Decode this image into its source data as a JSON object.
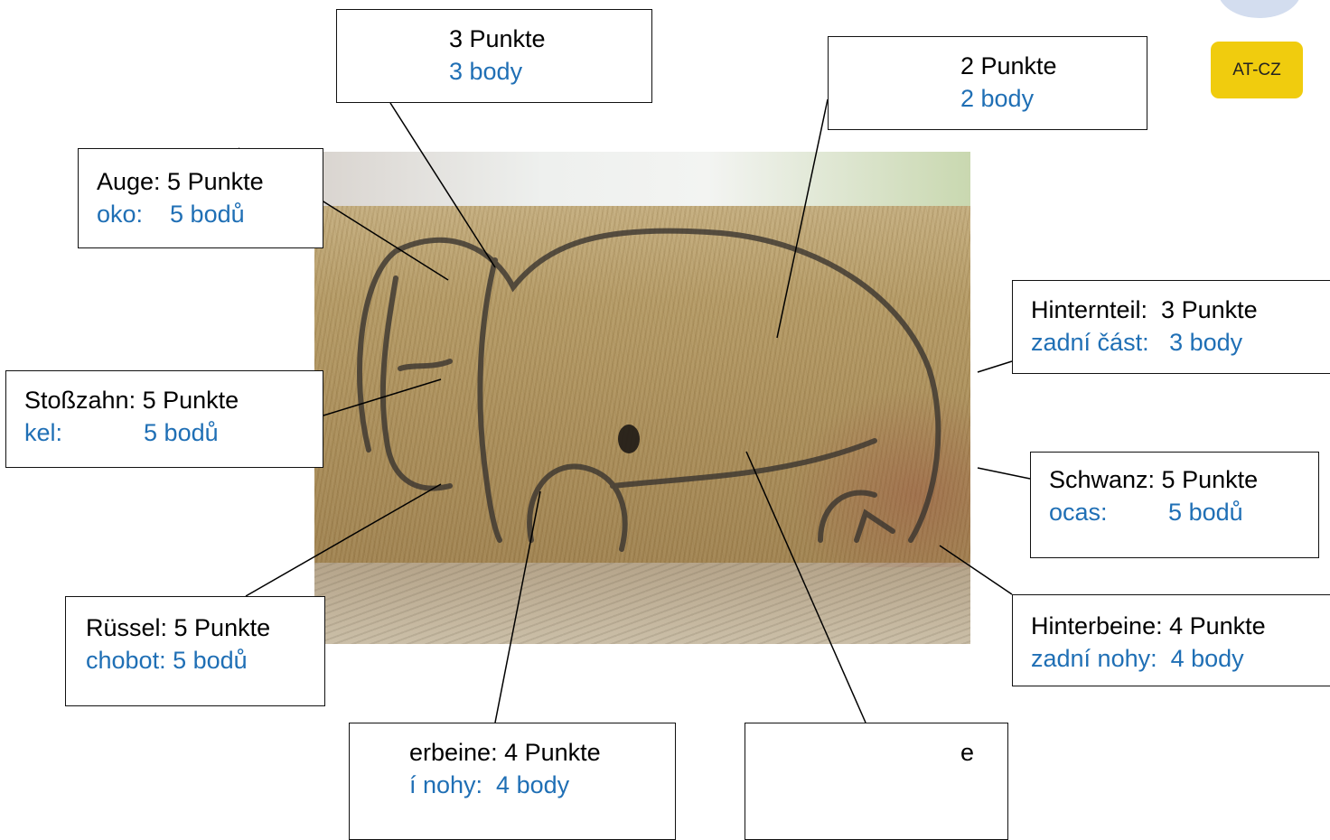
{
  "badge": {
    "label": "AT-CZ",
    "color": "#f0cc0e"
  },
  "colors": {
    "german_text": "#000000",
    "czech_text": "#1f6fb5",
    "line": "#000000"
  },
  "labels": {
    "top_center": {
      "de": "3 Punkte",
      "cz": "3 body"
    },
    "top_right": {
      "de": "2 Punkte",
      "cz": "2 body"
    },
    "eye": {
      "de": "Auge: 5 Punkte",
      "cz": "oko:    5 bodů"
    },
    "tusk": {
      "de": "Stoßzahn: 5 Punkte",
      "cz": "kel:            5 bodů"
    },
    "trunk": {
      "de": "Rüssel: 5 Punkte",
      "cz": "chobot: 5 bodů"
    },
    "rear": {
      "de": "Hinternteil:  3 Punkte",
      "cz": "zadní část:   3 body"
    },
    "tail": {
      "de": "Schwanz: 5 Punkte",
      "cz": "ocas:         5 bodů"
    },
    "hind_legs": {
      "de": "Hinterbeine: 4 Punkte",
      "cz": "zadní nohy:  4 body"
    },
    "front_legs_partial": {
      "de": "erbeine: 4 Punkte",
      "cz": "í nohy:  4 body"
    },
    "bottom_right_partial": {
      "de": "e",
      "cz": ""
    }
  },
  "photo": {
    "subject": "hay-bale-wall-with-painted-elephant"
  }
}
